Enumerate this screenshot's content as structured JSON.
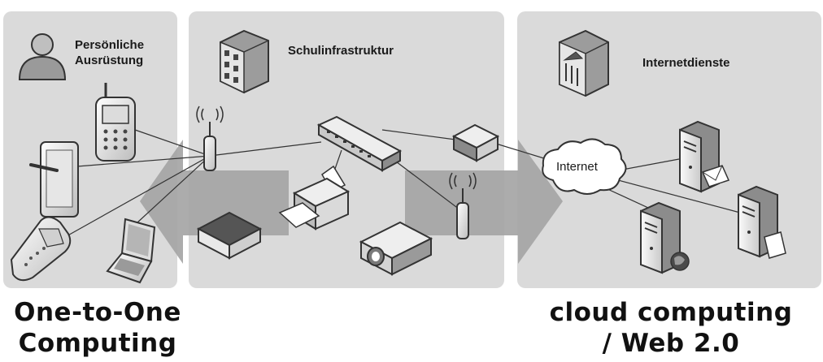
{
  "panels": {
    "personal": {
      "title_line1": "Persönliche",
      "title_line2": "Ausrüstung"
    },
    "school": {
      "title": "Schulinfrastruktur"
    },
    "internet": {
      "title": "Internetdienste"
    }
  },
  "cloud": {
    "label": "Internet"
  },
  "footer": {
    "left_line1": "One-to-One",
    "left_line2": "Computing",
    "right_line1": "cloud computing",
    "right_line2": "/ Web 2.0"
  },
  "colors": {
    "panel": "#dadada",
    "arrow": "#a3a3a3",
    "device_light": "#f4f4f4",
    "device_dark": "#3c3c3c"
  },
  "icons": [
    "person-icon",
    "building-icon",
    "datacenter-icon",
    "mobile-phone-icon",
    "tablet-icon",
    "handheld-icon",
    "laptop-icon",
    "wifi-access-point-icon",
    "network-switch-icon",
    "router-icon",
    "printer-icon",
    "scanner-icon",
    "projector-icon",
    "cloud-icon",
    "server-icon"
  ]
}
